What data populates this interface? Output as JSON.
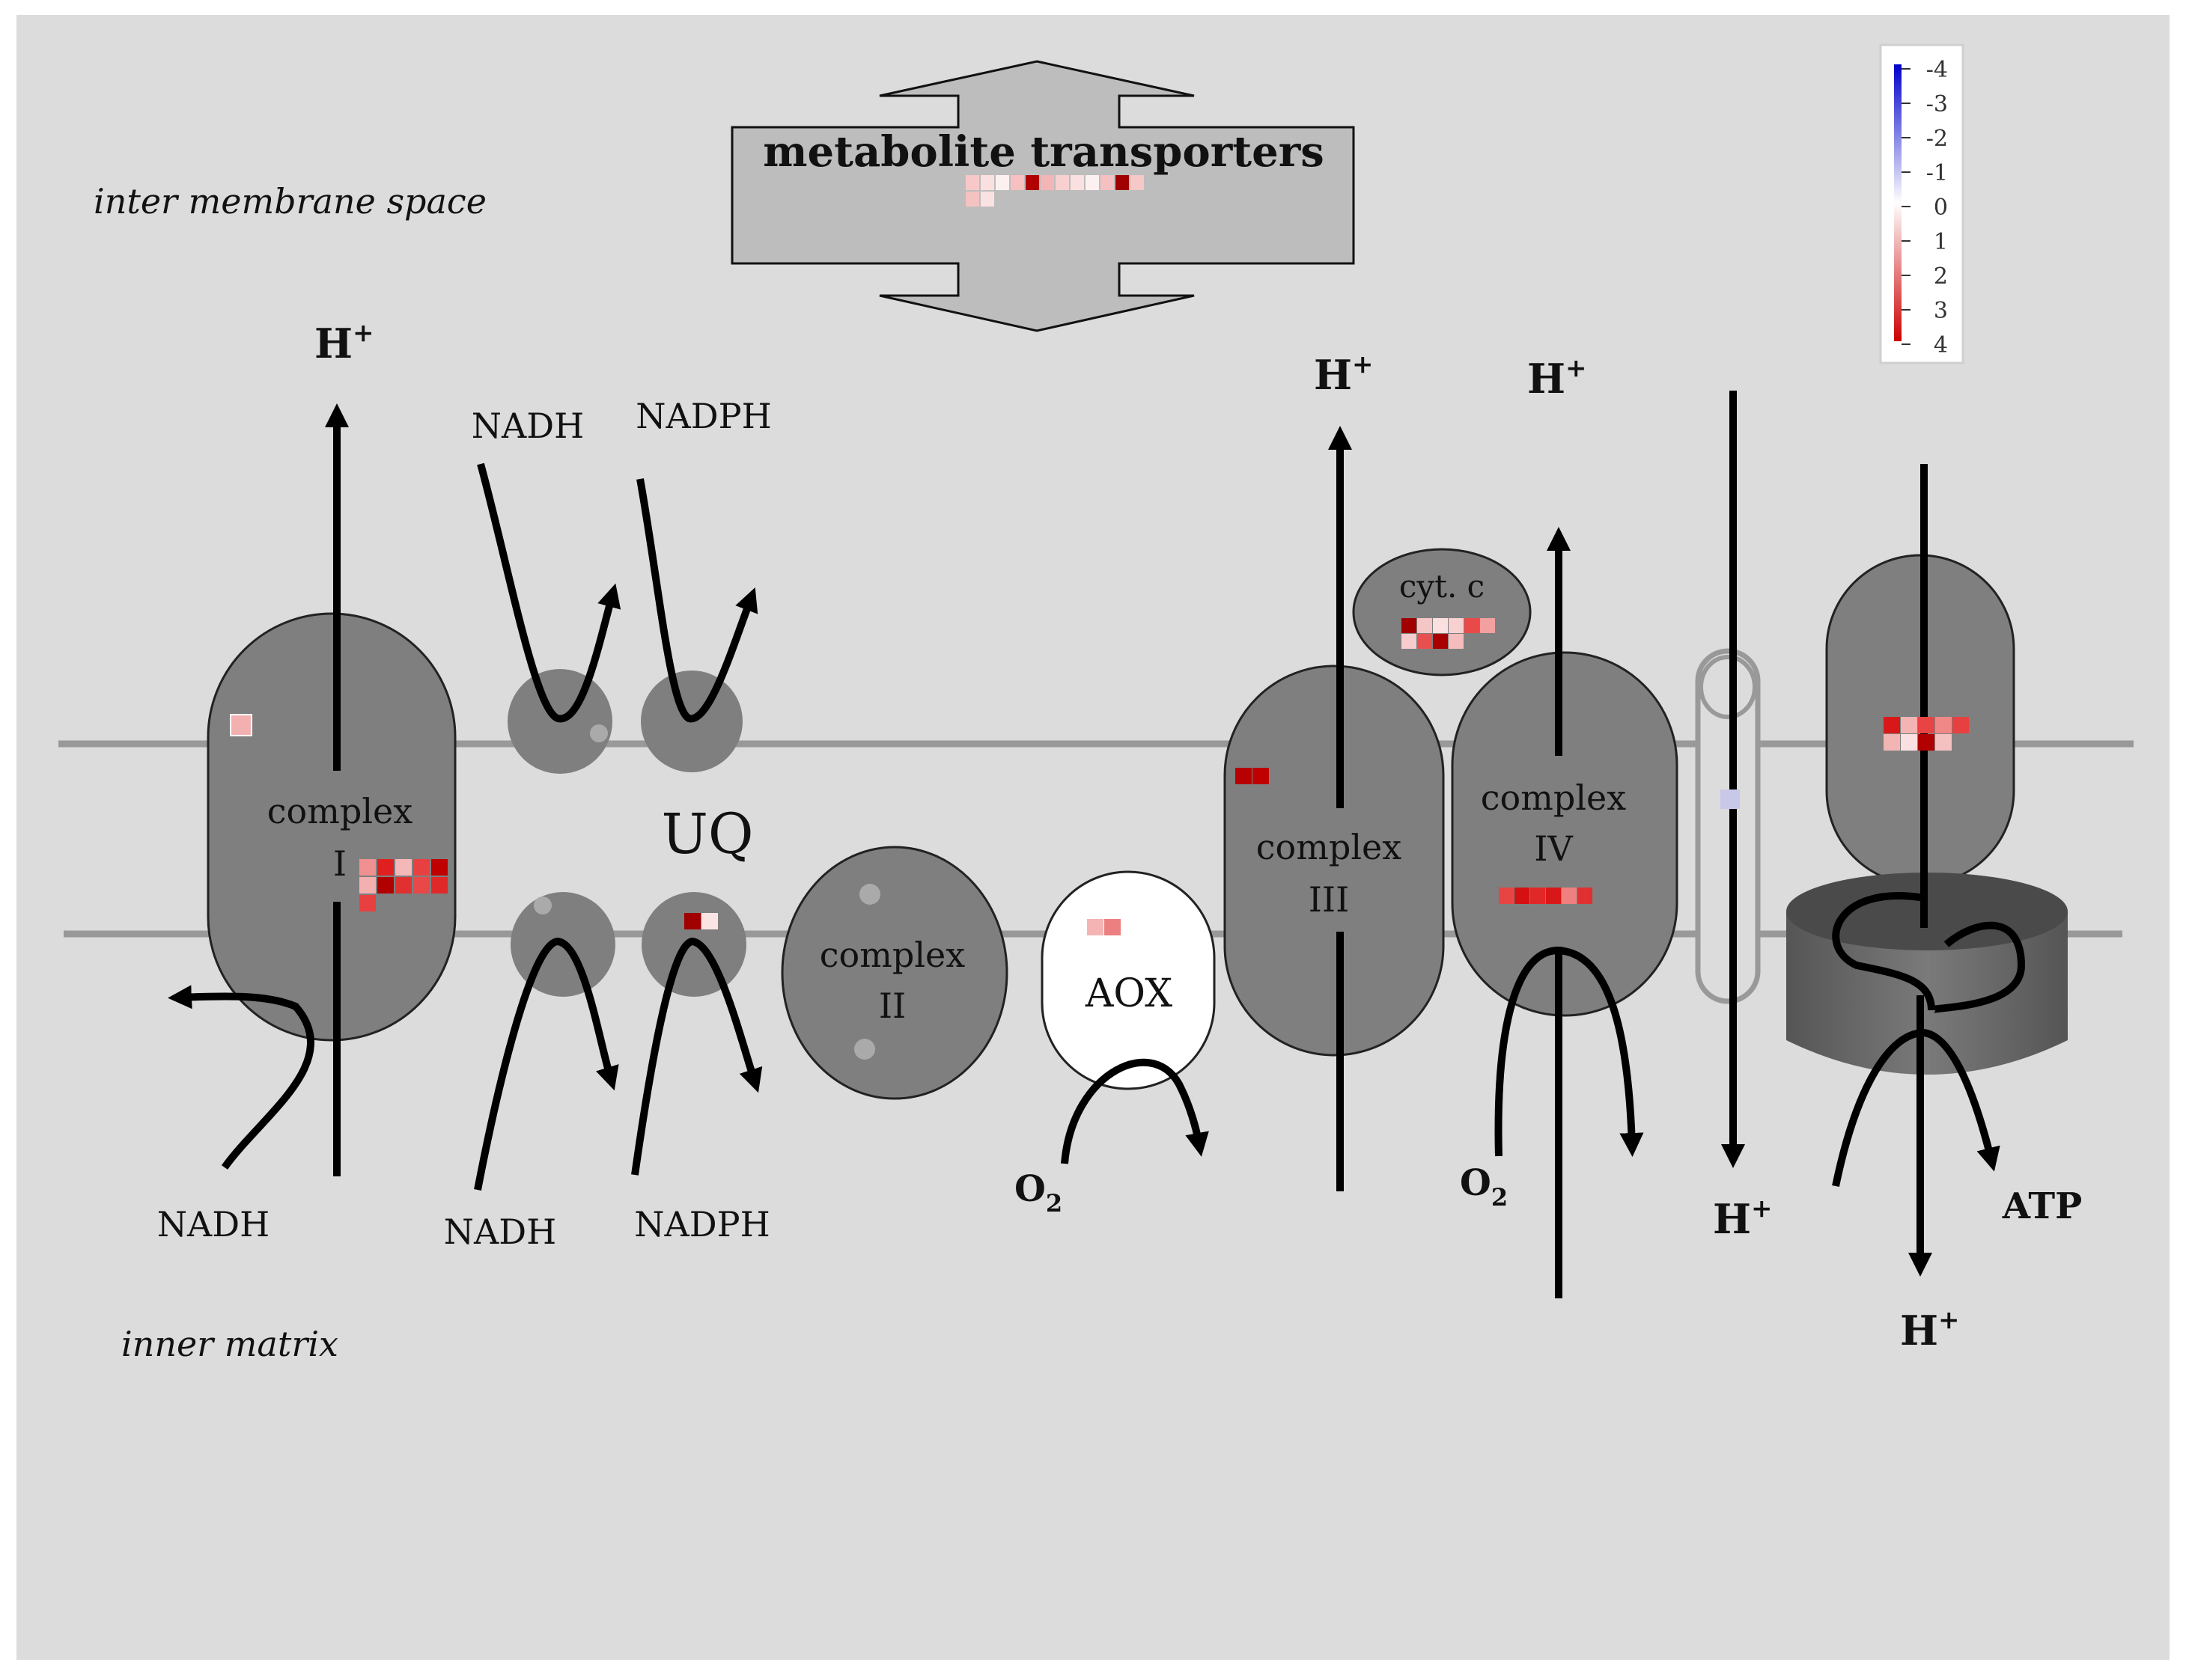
{
  "regions": {
    "intermembrane": "inter membrane space",
    "matrix": "inner matrix"
  },
  "transporters": {
    "title": "metabolite transporters"
  },
  "complexes": {
    "c1": {
      "name": "complex",
      "num": "I"
    },
    "c2": {
      "name": "complex",
      "num": "II"
    },
    "c3": {
      "name": "complex",
      "num": "III"
    },
    "c4": {
      "name": "complex",
      "num": "IV"
    },
    "cytc": "cyt. c",
    "aox": "AOX",
    "uq": "UQ"
  },
  "metabolites": {
    "nadh_top": "NADH",
    "nadph_top": "NADPH",
    "nadh_bottom_left": "NADH",
    "nadh_bottom": "NADH",
    "nadph_bottom": "NADPH",
    "atp": "ATP"
  },
  "protons": {
    "h": "H",
    "sup": "+"
  },
  "oxygen": {
    "o": "O",
    "sub": "2"
  },
  "legend": {
    "ticks": [
      "-4",
      "-3",
      "-2",
      "-1",
      "0",
      "1",
      "2",
      "3",
      "4"
    ],
    "colors": {
      "negative": "#0000cc",
      "neutral": "#ffffff",
      "positive": "#cc0000"
    }
  },
  "colors": {
    "background": "#dcdcdc",
    "protein": "#7f7f7f",
    "membrane": "#999999",
    "aox_fill": "#ffffff"
  }
}
